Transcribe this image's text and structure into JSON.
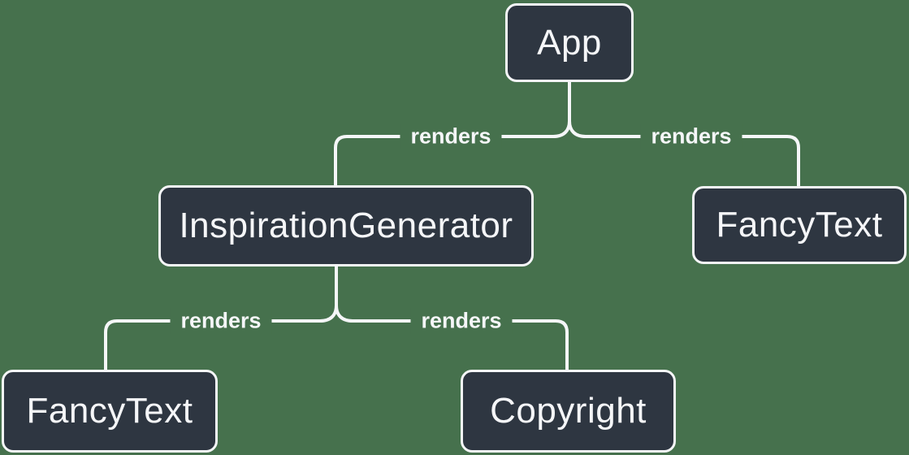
{
  "diagram": {
    "type": "tree",
    "colors": {
      "background": "#46714D",
      "node_fill": "#2E3641",
      "node_border": "#F5F6F8",
      "node_text": "#F5F6F8",
      "edge_line": "#F5F6F8",
      "edge_label_text": "#F5F6F8"
    },
    "nodes": [
      {
        "id": "app",
        "label": "App"
      },
      {
        "id": "inspiration-generator",
        "label": "InspirationGenerator"
      },
      {
        "id": "fancy-text-top",
        "label": "FancyText"
      },
      {
        "id": "fancy-text-bottom",
        "label": "FancyText"
      },
      {
        "id": "copyright",
        "label": "Copyright"
      }
    ],
    "edges": [
      {
        "from": "app",
        "to": "inspiration-generator",
        "label": "renders"
      },
      {
        "from": "app",
        "to": "fancy-text-top",
        "label": "renders"
      },
      {
        "from": "inspiration-generator",
        "to": "fancy-text-bottom",
        "label": "renders"
      },
      {
        "from": "inspiration-generator",
        "to": "copyright",
        "label": "renders"
      }
    ]
  }
}
